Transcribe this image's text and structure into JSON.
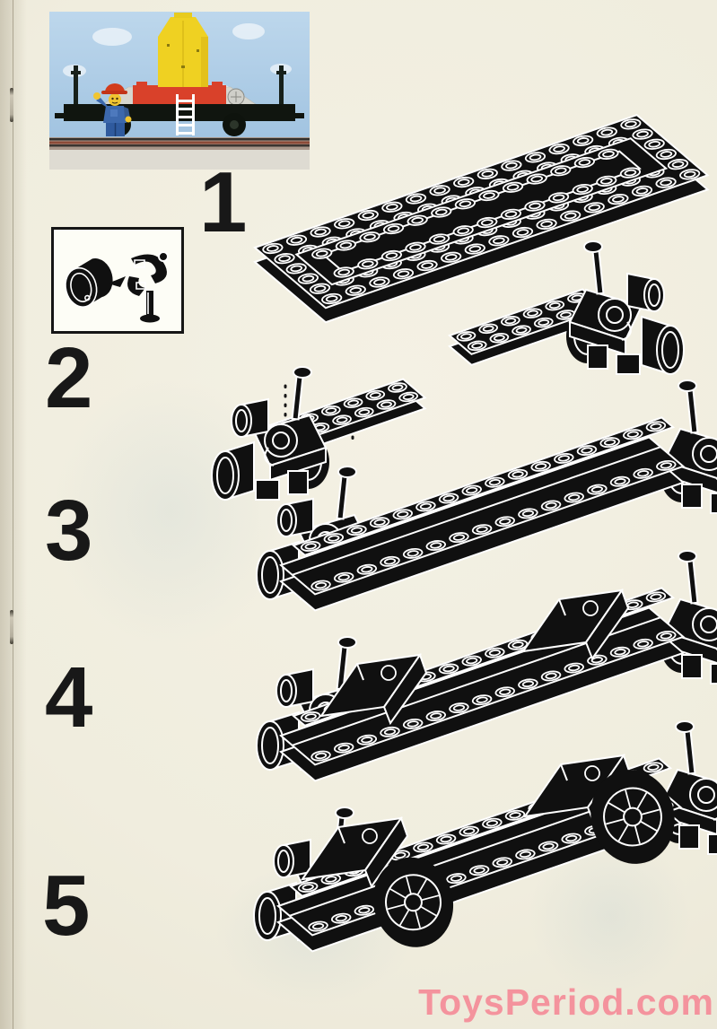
{
  "page": {
    "kind": "LEGO building instructions page (scanned)",
    "background_color": "#f0edde",
    "ink_color": "#101010"
  },
  "photo_inset": {
    "description": "Photo of the finished LEGO train silo wagon with a workman minifigure",
    "colors": {
      "sky": "#a9c9e4",
      "silo_yellow": "#efd122",
      "cargo_red": "#d9412a",
      "slope_gray": "#d6d6cf",
      "chassis_black": "#10150f",
      "minifig_blue": "#3c68ac",
      "helmet_red": "#d23c1c",
      "ladder_white": "#ffffff"
    }
  },
  "parts_inset": {
    "description": "Detail: magnet disc snaps into train coupling holder",
    "icon": "magnet-coupling-diagram"
  },
  "steps": [
    {
      "number": "1",
      "diagram": "base-plate-with-train-frame"
    },
    {
      "number": "2",
      "diagram": "two-plates-and-wheel-bogies"
    },
    {
      "number": "3",
      "diagram": "chassis-with-bogies-attached"
    },
    {
      "number": "4",
      "diagram": "chassis-with-slope-bricks"
    },
    {
      "number": "5",
      "diagram": "chassis-with-spoked-wheels"
    }
  ],
  "watermark": {
    "text": "ToysPeriod.com",
    "color": "#f4939d"
  }
}
